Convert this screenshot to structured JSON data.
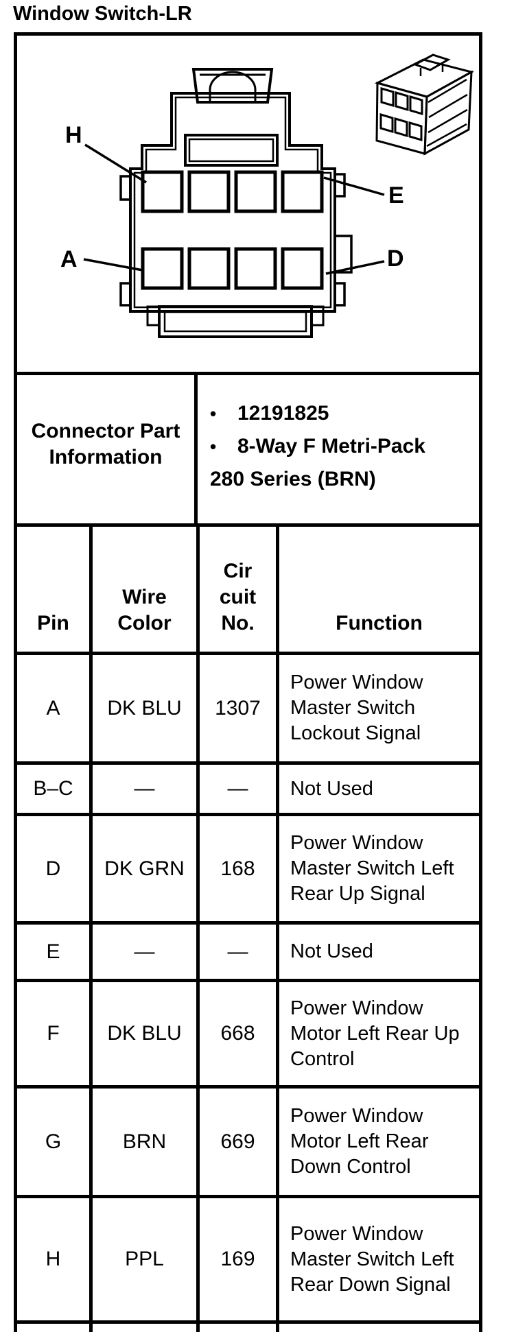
{
  "page": {
    "title": "Window Switch-LR"
  },
  "diagram": {
    "pin_labels": {
      "top_left": "H",
      "top_right": "E",
      "bottom_left": "A",
      "bottom_right": "D"
    }
  },
  "part_info": {
    "header": "Connector Part\nInformation",
    "lines": [
      {
        "bullet": "•",
        "text": "12191825"
      },
      {
        "bullet": "•",
        "text": "8-Way F Metri-Pack"
      },
      {
        "bullet": "",
        "text": "280 Series (BRN)"
      }
    ]
  },
  "table": {
    "headers": {
      "pin": "Pin",
      "wire_color": "Wire\nColor",
      "circuit_no": "Cir\ncuit\nNo.",
      "function": "Function"
    },
    "rows": [
      {
        "pin": "A",
        "wire_color": "DK BLU",
        "circuit": "1307",
        "function": "Power Window\nMaster Switch\nLockout Signal"
      },
      {
        "pin": "B–C",
        "wire_color": "—",
        "circuit": "—",
        "function": "Not Used"
      },
      {
        "pin": "D",
        "wire_color": "DK GRN",
        "circuit": "168",
        "function": "Power Window\nMaster Switch Left\nRear Up Signal"
      },
      {
        "pin": "E",
        "wire_color": "—",
        "circuit": "—",
        "function": "Not Used"
      },
      {
        "pin": "F",
        "wire_color": "DK BLU",
        "circuit": "668",
        "function": "Power Window\nMotor Left Rear Up\nControl"
      },
      {
        "pin": "G",
        "wire_color": "BRN",
        "circuit": "669",
        "function": "Power Window\nMotor Left Rear\nDown Control"
      },
      {
        "pin": "H",
        "wire_color": "PPL",
        "circuit": "169",
        "function": "Power Window\nMaster Switch Left\nRear Down Signal"
      }
    ]
  },
  "colors": {
    "ink": "#000000",
    "paper": "#ffffff"
  }
}
